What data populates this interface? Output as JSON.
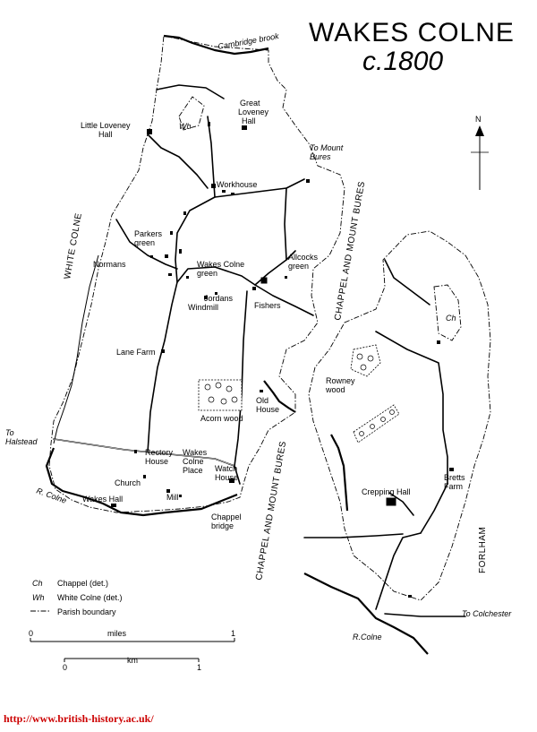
{
  "title": {
    "line1": "WAKES COLNE",
    "line2": "c.1800"
  },
  "compass": "N",
  "places": {
    "cambridge_brook": "Cambridge brook",
    "great_loveney_hall_1": "Great",
    "great_loveney_hall_2": "Loveney",
    "great_loveney_hall_3": "Hall",
    "little_loveney_hall_1": "Little Loveney",
    "little_loveney_hall_2": "Hall",
    "wh": "Wh",
    "to_mount_bures_1": "To Mount",
    "to_mount_bures_2": "Bures",
    "workhouse": "Workhouse",
    "white_colne": "WHITE COLNE",
    "chappel_mount_bures_ne": "CHAPPEL AND MOUNT BURES",
    "parkers_green_1": "Parkers",
    "parkers_green_2": "green",
    "normans": "Normans",
    "allcocks_green_1": "Allcocks",
    "allcocks_green_2": "green",
    "wakes_colne_green_1": "Wakes Colne",
    "wakes_colne_green_2": "green",
    "jordans_windmill_1": "Jordans",
    "jordans_windmill_2": "Windmill",
    "fishers": "Fishers",
    "ch": "Ch",
    "lane_farm": "Lane Farm",
    "rowney_wood_1": "Rowney",
    "rowney_wood_2": "wood",
    "old_house_1": "Old",
    "old_house_2": "House",
    "acorn_wood": "Acorn wood",
    "to_halstead_1": "To",
    "to_halstead_2": "Halstead",
    "rectory_house_1": "Rectory",
    "rectory_house_2": "House",
    "wakes_colne_place_1": "Wakes",
    "wakes_colne_place_2": "Colne",
    "wakes_colne_place_3": "Place",
    "church": "Church",
    "watch_house_1": "Watch",
    "watch_house_2": "House",
    "bretts_farm_1": "Bretts",
    "bretts_farm_2": "Farm",
    "r_colne_west": "R. Colne",
    "wakes_hall": "Wakes Hall",
    "mill": "Mill",
    "chappel_bridge_1": "Chappel",
    "chappel_bridge_2": "bridge",
    "chappel_mount_bures_s": "CHAPPEL AND MOUNT BURES",
    "crepping_hall": "Crepping Hall",
    "forlham": "FORLHAM",
    "to_colchester": "To Colchester",
    "r_colne_east": "R.Colne"
  },
  "legend": {
    "items": [
      {
        "abbr": "Ch",
        "text": "Chappel (det.)"
      },
      {
        "abbr": "Wh",
        "text": "White Colne (det.)"
      },
      {
        "abbr": "",
        "text": "Parish boundary"
      }
    ]
  },
  "scale": {
    "miles_label": "miles",
    "miles_start": "0",
    "miles_end": "1",
    "km_label": "km",
    "km_start": "0",
    "km_end": "1"
  },
  "source_url": "http://www.british-history.ac.uk/"
}
